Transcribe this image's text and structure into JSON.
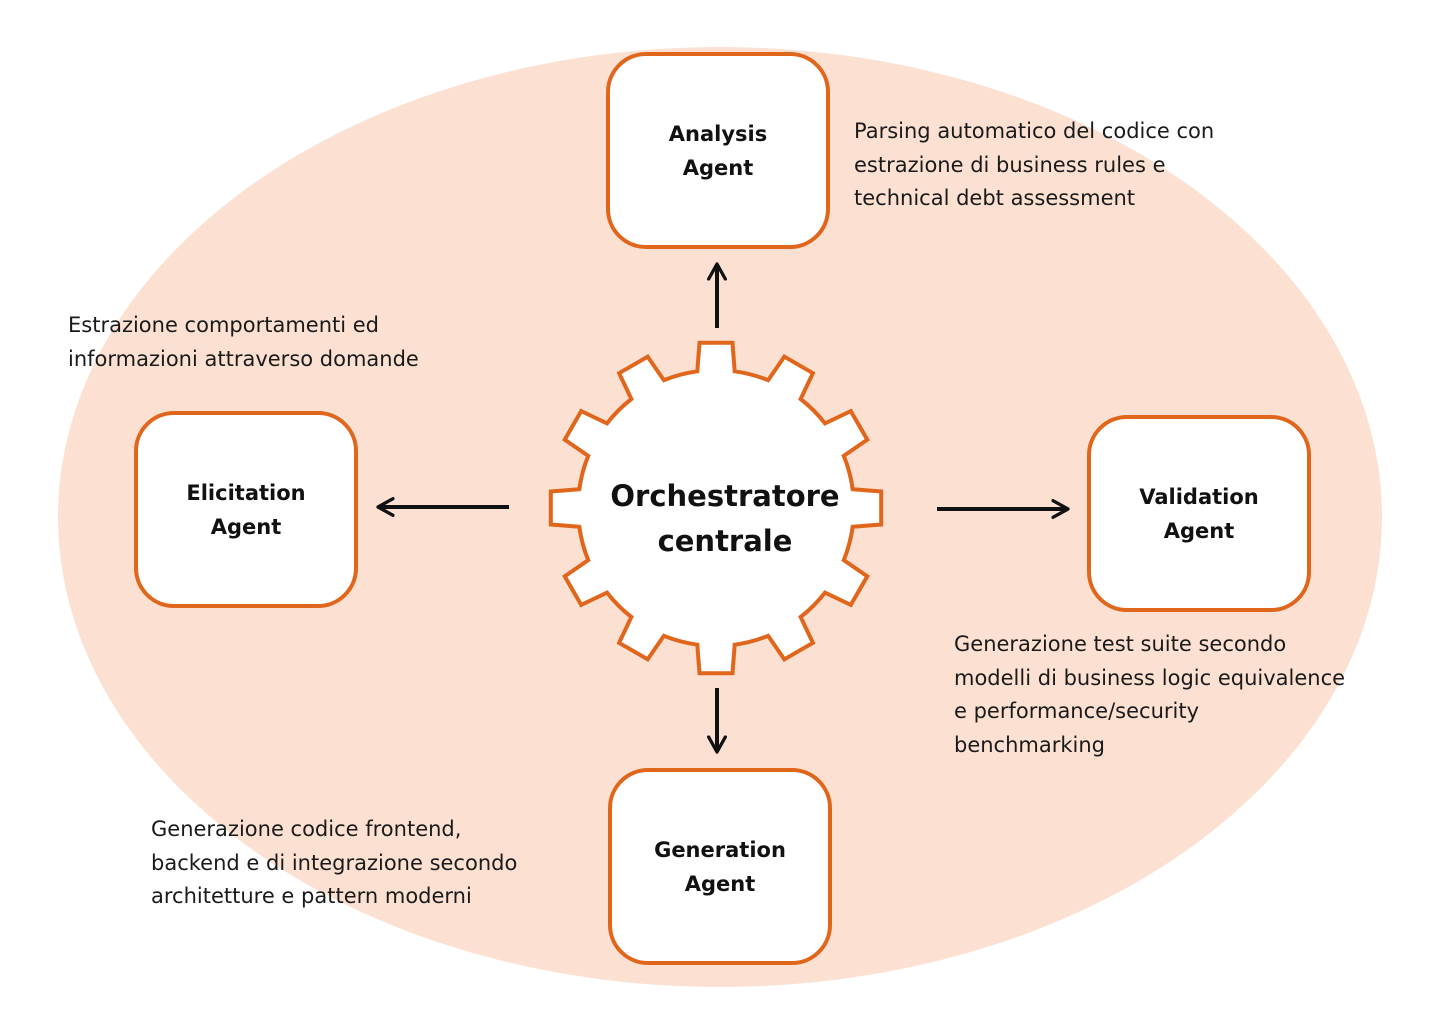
{
  "center": {
    "line1": "Orchestratore",
    "line2": "centrale"
  },
  "agents": {
    "analysis": {
      "line1": "Analysis",
      "line2": "Agent"
    },
    "elicitation": {
      "line1": "Elicitation",
      "line2": "Agent"
    },
    "validation": {
      "line1": "Validation",
      "line2": "Agent"
    },
    "generation": {
      "line1": "Generation",
      "line2": "Agent"
    }
  },
  "descriptions": {
    "analysis": [
      "Parsing automatico del codice con",
      "estrazione di business rules e",
      "technical debt assessment"
    ],
    "elicitation": [
      "Estrazione comportamenti ed",
      "informazioni attraverso domande"
    ],
    "validation": [
      "Generazione test suite secondo",
      "modelli di business logic equivalence",
      "e performance/security",
      "benchmarking"
    ],
    "generation": [
      "Generazione codice frontend,",
      "backend e di integrazione secondo",
      "architetture e pattern moderni"
    ]
  },
  "colors": {
    "accent": "#e0661c",
    "background_ellipse": "#fce1d3",
    "text": "#111111"
  },
  "icons": {
    "center": "gear-icon",
    "arrows": [
      "arrow-up-icon",
      "arrow-left-icon",
      "arrow-right-icon",
      "arrow-down-icon"
    ]
  }
}
